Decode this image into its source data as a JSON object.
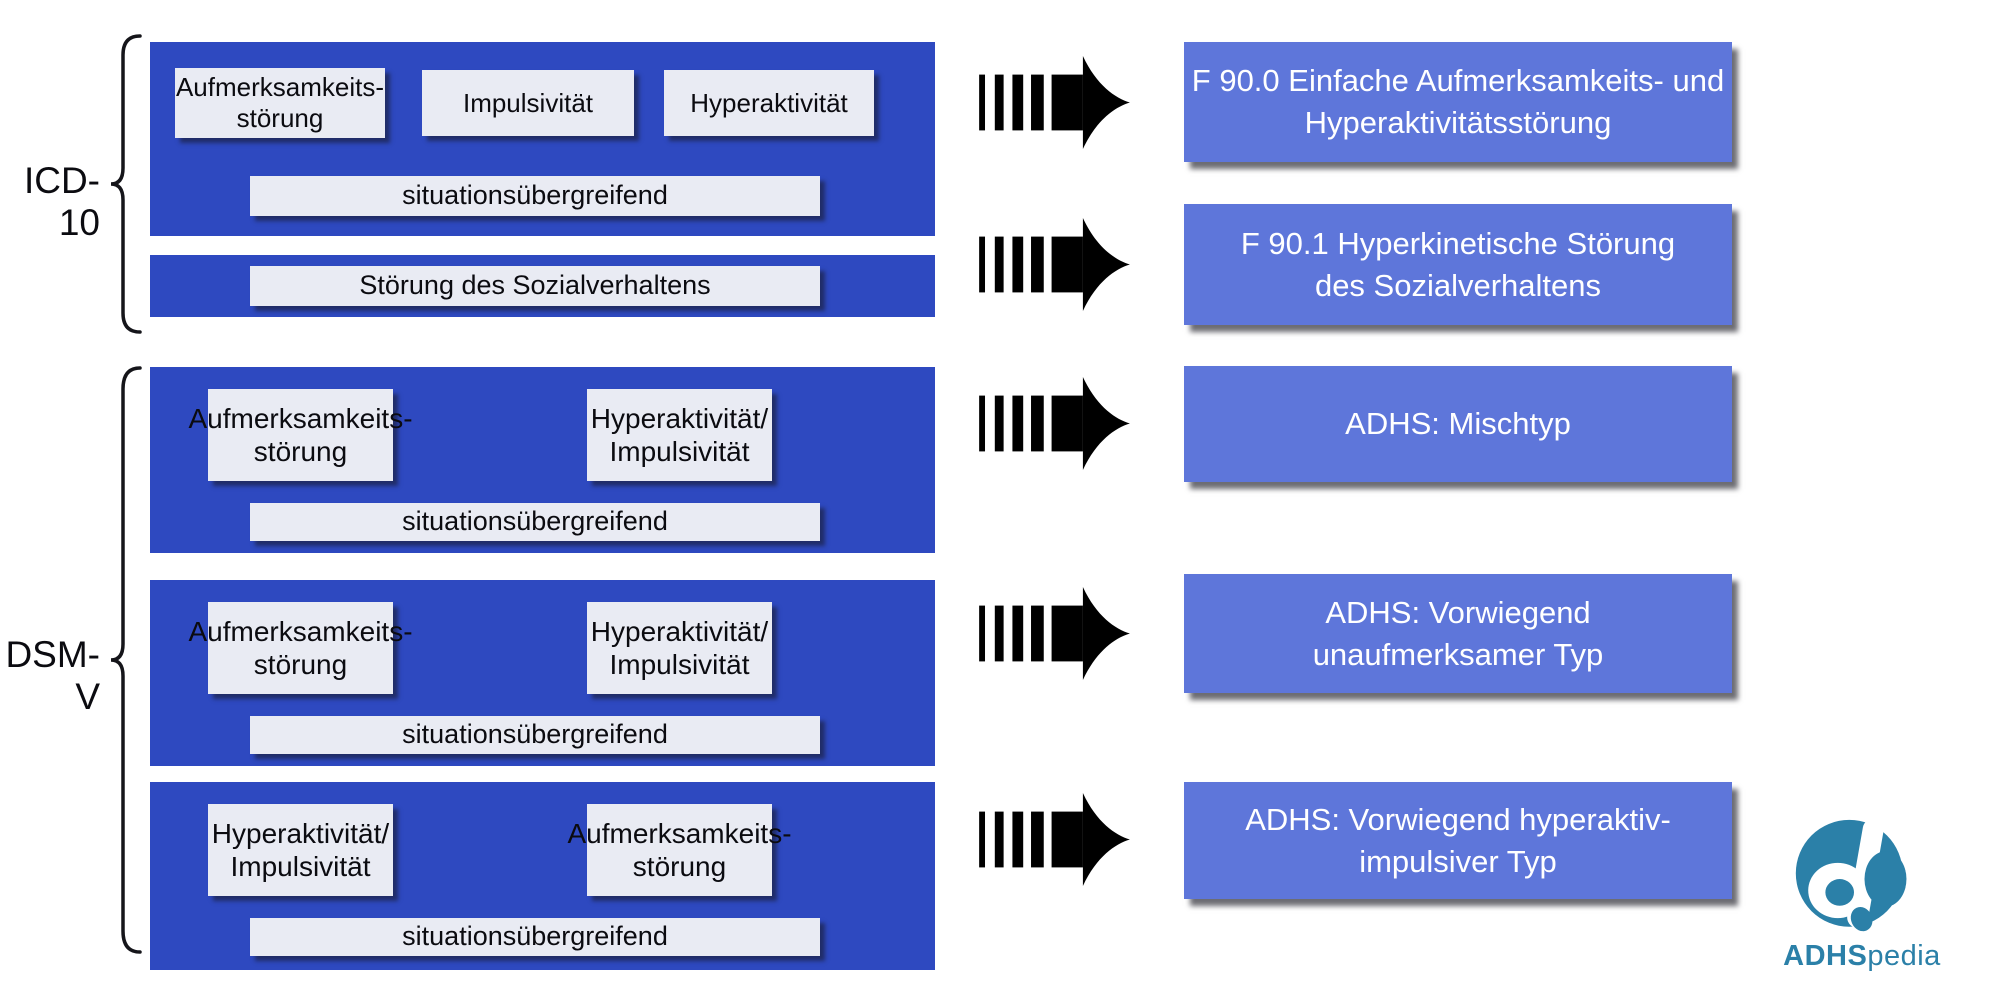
{
  "palette": {
    "container_blue": "#2e49c0",
    "result_blue": "#5e76da",
    "light_box": "#e9ebf3",
    "logo_teal": "#2b80a8",
    "arrow_black": "#000000"
  },
  "icons": {
    "flow_arrow": "striped-right-arrow",
    "brace": "curly-brace-left",
    "brand": "adhspedia-circle-a"
  },
  "icd": {
    "label": "ICD-10",
    "criteria_row1": [
      "Aufmerksamkeits-\nstörung",
      "Impulsivität",
      "Hyperaktivität"
    ],
    "situational": "situationsübergreifend",
    "conduct": "Störung des Sozialverhaltens",
    "results": [
      "F 90.0 Einfache Aufmerksamkeits- und\nHyperaktivitätsstörung",
      "F 90.1 Hyperkinetische Störung\ndes Sozialverhaltens"
    ]
  },
  "dsm": {
    "label": "DSM-V",
    "rows": [
      {
        "left": "Aufmerksamkeits-\nstörung",
        "right": "Hyperaktivität/\nImpulsivität",
        "situational": "situationsübergreifend",
        "result": "ADHS: Mischtyp"
      },
      {
        "left": "Aufmerksamkeits-\nstörung",
        "right": "Hyperaktivität/\nImpulsivität",
        "situational": "situationsübergreifend",
        "result": "ADHS: Vorwiegend\nunaufmerksamer Typ"
      },
      {
        "left": "Hyperaktivität/\nImpulsivität",
        "right": "Aufmerksamkeits-\nstörung",
        "situational": "situationsübergreifend",
        "result": "ADHS: Vorwiegend hyperaktiv-\nimpulsiver Typ"
      }
    ]
  },
  "logo": {
    "brand_bold": "ADHS",
    "brand_rest": "pedia"
  }
}
